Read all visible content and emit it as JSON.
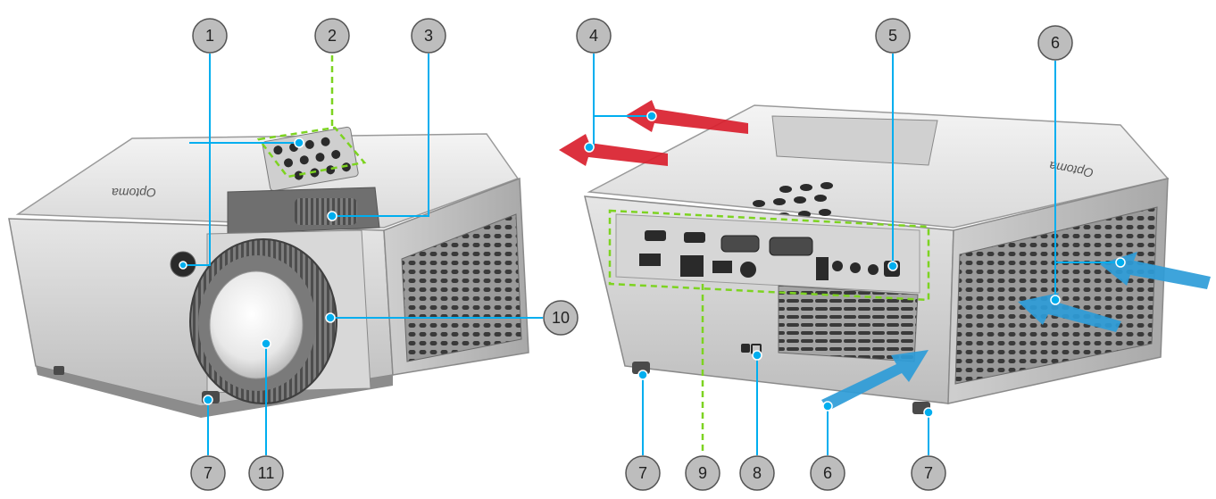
{
  "colors": {
    "leader": "#00AEEF",
    "dot": "#00AEEF",
    "group": "#7DD321",
    "intake_arrow": "#2E9CD8",
    "exhaust_arrow": "#D9202E",
    "badge_fill": "#BDBDBD",
    "badge_stroke": "#555555"
  },
  "brand": {
    "logo_text": "Optoma"
  },
  "callouts": [
    {
      "id": "c1",
      "num": "1"
    },
    {
      "id": "c2",
      "num": "2"
    },
    {
      "id": "c3",
      "num": "3"
    },
    {
      "id": "c4",
      "num": "4"
    },
    {
      "id": "c5",
      "num": "5"
    },
    {
      "id": "c6a",
      "num": "6"
    },
    {
      "id": "c6b",
      "num": "6"
    },
    {
      "id": "c7a",
      "num": "7"
    },
    {
      "id": "c7b",
      "num": "7"
    },
    {
      "id": "c7c",
      "num": "7"
    },
    {
      "id": "c8",
      "num": "8"
    },
    {
      "id": "c9",
      "num": "9"
    },
    {
      "id": "c10",
      "num": "10"
    },
    {
      "id": "c11",
      "num": "11"
    }
  ]
}
